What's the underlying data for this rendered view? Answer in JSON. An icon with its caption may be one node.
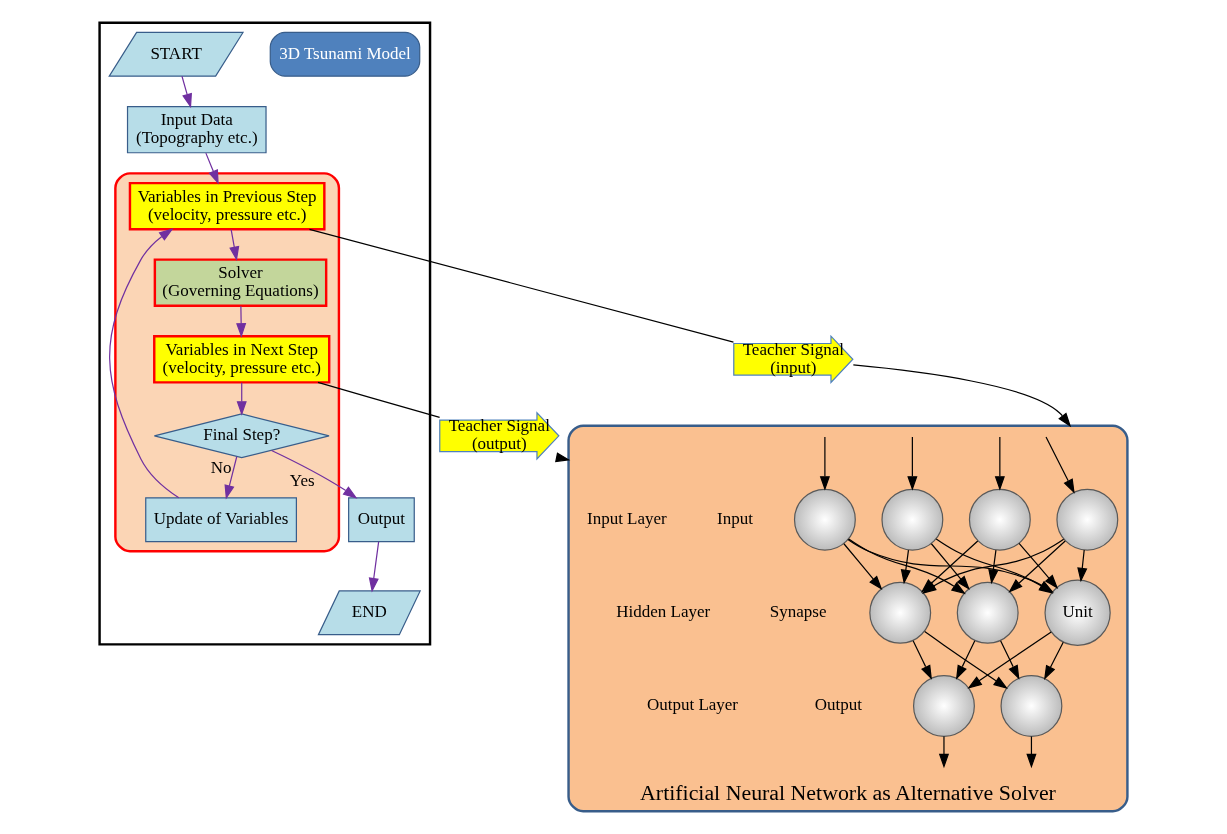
{
  "diagram": {
    "nodes": [
      {
        "text": [],
        "shape": "box"
      },
      {
        "text": [
          "3D Tsunami Model"
        ],
        "in": 0
      },
      {
        "text": [
          "START"
        ],
        "in": 0
      },
      {
        "text": [
          "Input Data",
          "(Topography etc.)"
        ],
        "in": 0
      },
      {
        "text": [],
        "shape": "box",
        "in": 0
      },
      {
        "text": [
          "Variables in Previous Step",
          "(velocity, pressure etc.)"
        ],
        "in": 4
      },
      {
        "text": [
          "Solver",
          "(Governing Equations)"
        ],
        "in": 4
      },
      {
        "text": [
          "Variables in Next Step",
          "(velocity, pressure etc.)"
        ],
        "in": 4
      },
      {
        "text": [
          "Final Step?"
        ],
        "in": 4
      },
      {
        "text": [
          "Update of Variables"
        ],
        "in": 4
      },
      {
        "text": [
          "Output"
        ],
        "in": 0
      },
      {
        "text": [
          "END"
        ],
        "in": 0
      },
      {
        "text": [
          "Teacher Signal",
          "(input)"
        ]
      },
      {
        "text": [
          "Teacher Signal",
          "(output)"
        ]
      },
      {
        "text": [
          "Artificial Neural Network as Alternative Solver"
        ]
      },
      {
        "text": [],
        "shape": "circle",
        "in": 14
      },
      {
        "text": [],
        "shape": "circle",
        "in": 14
      },
      {
        "text": [],
        "shape": "circle",
        "in": 14
      },
      {
        "text": [],
        "shape": "circle",
        "in": 14
      },
      {
        "text": [
          "Unit"
        ],
        "in": 14
      },
      {
        "text": [],
        "shape": "circle",
        "in": 14
      },
      {
        "text": [],
        "shape": "circle",
        "in": 14
      },
      {
        "text": [],
        "shape": "circle",
        "in": 14
      },
      {
        "text": [],
        "shape": "circle",
        "in": 14
      }
    ],
    "edges": [
      {
        "from": 2,
        "to": 3,
        "arrow": "to",
        "color": "#7030a0"
      },
      {
        "from": 3,
        "to": 5,
        "arrow": "to",
        "color": "#7030a0"
      },
      {
        "from": 5,
        "to": 6,
        "arrow": "to",
        "color": "#7030a0"
      },
      {
        "from": 6,
        "to": 7,
        "arrow": "to",
        "color": "#7030a0"
      },
      {
        "from": 7,
        "to": 8,
        "arrow": "to",
        "color": "#7030a0"
      },
      {
        "from": 8,
        "to": 9,
        "arrow": "to",
        "label": "No",
        "color": "#7030a0"
      },
      {
        "from": 9,
        "to": 5,
        "arrow": "to",
        "color": "#7030a0"
      },
      {
        "from": 8,
        "to": 10,
        "arrow": "to",
        "label": "Yes",
        "color": "#7030a0"
      },
      {
        "from": 10,
        "to": 11,
        "arrow": "to",
        "color": "#7030a0"
      },
      {
        "from": 5,
        "to": 12,
        "arrow": "none"
      },
      {
        "from": 7,
        "to": 13,
        "arrow": "none"
      },
      {
        "from": 12,
        "to": 14,
        "arrow": "to"
      },
      {
        "from": 13,
        "to": 14,
        "arrow": "to"
      },
      {
        "from": null,
        "to": 15,
        "arrow": "to"
      },
      {
        "from": null,
        "to": 16,
        "arrow": "to"
      },
      {
        "from": null,
        "to": 17,
        "arrow": "to"
      },
      {
        "from": null,
        "to": 18,
        "arrow": "to"
      },
      {
        "from": 15,
        "to": 19,
        "arrow": "to"
      },
      {
        "from": 15,
        "to": 20,
        "arrow": "to"
      },
      {
        "from": 15,
        "to": 21,
        "arrow": "to"
      },
      {
        "from": 16,
        "to": 19,
        "arrow": "to"
      },
      {
        "from": 16,
        "to": 20,
        "arrow": "to"
      },
      {
        "from": 16,
        "to": 21,
        "arrow": "to"
      },
      {
        "from": 17,
        "to": 19,
        "arrow": "to"
      },
      {
        "from": 17,
        "to": 20,
        "arrow": "to"
      },
      {
        "from": 17,
        "to": 21,
        "arrow": "to"
      },
      {
        "from": 18,
        "to": 19,
        "arrow": "to"
      },
      {
        "from": 18,
        "to": 20,
        "arrow": "to"
      },
      {
        "from": 18,
        "to": 21,
        "arrow": "to"
      },
      {
        "from": 19,
        "to": 22,
        "arrow": "to"
      },
      {
        "from": 19,
        "to": 23,
        "arrow": "to"
      },
      {
        "from": 20,
        "to": 22,
        "arrow": "to"
      },
      {
        "from": 20,
        "to": 23,
        "arrow": "to"
      },
      {
        "from": 21,
        "to": 22,
        "arrow": "to"
      },
      {
        "from": 21,
        "to": 23,
        "arrow": "to"
      },
      {
        "from": 22,
        "to": null,
        "arrow": "to"
      },
      {
        "from": 23,
        "to": null,
        "arrow": "to"
      }
    ],
    "labels": [
      "Synapse",
      "Input",
      "Output",
      "Input Layer",
      "Hidden Layer",
      "Output Layer"
    ]
  }
}
